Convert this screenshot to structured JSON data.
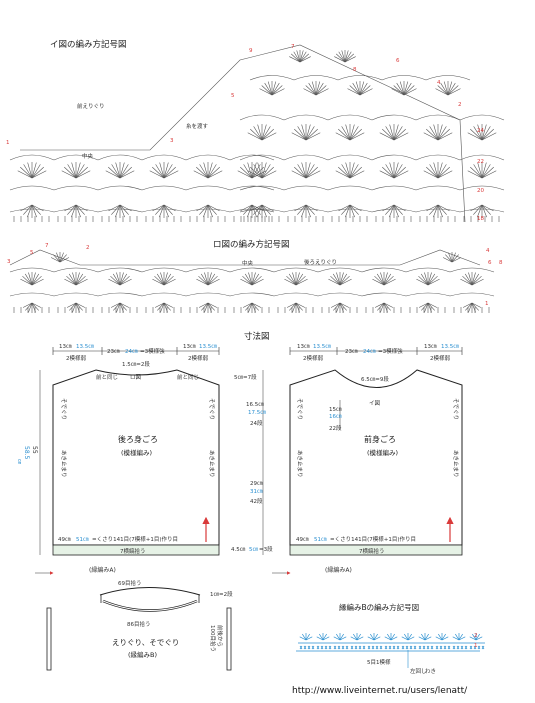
{
  "colors": {
    "line": "#2b2b2b",
    "blue": "#2a8fd0",
    "red": "#d93a3a",
    "ribbing": "#e6f2e6"
  },
  "top_chart": {
    "title": "イ図の編み方記号図",
    "labels": {
      "front_neck": "前えりぐり",
      "center": "中央",
      "skip": "糸を渡す"
    },
    "row_numbers": [
      "9",
      "7",
      "5",
      "3",
      "1",
      "2",
      "4",
      "6",
      "8",
      "24",
      "22",
      "20",
      "18"
    ]
  },
  "middle_chart": {
    "title": "ロ図の編み方記号図",
    "labels": {
      "center": "中央",
      "back_neck": "後ろえりぐり"
    },
    "row_numbers": [
      "7",
      "5",
      "3",
      "2",
      "4",
      "6",
      "8",
      "1"
    ]
  },
  "dimensions": {
    "title": "寸法図",
    "back": {
      "top_left": {
        "cm": "13㎝",
        "cm_alt": "13.5㎝",
        "pattern": "2模様弱"
      },
      "top_center": {
        "text_a": "23㎝",
        "text_b": "24㎝",
        "text_c": "=3模様強"
      },
      "top_right": {
        "cm": "13㎝",
        "cm_alt": "13.5㎝",
        "pattern": "2模様弱"
      },
      "neck_drop": "1.5㎝=2段",
      "ro_label": "ロ図",
      "shoulder_left": "前と同じ",
      "shoulder_right": "前と同じ",
      "name": "後ろ身ごろ",
      "stitch": "(模様編み)",
      "armhole_left": "そでぐり",
      "armhole_right": "そでぐり",
      "side_left": "あき止まり",
      "side_right": "あき止まり",
      "height_a": "55",
      "height_b": "58.5",
      "height_unit": "㎝",
      "right_neck": "5㎝=7段",
      "right_a": "16.5㎝",
      "right_a2": "17.5㎝",
      "right_a3": "24段",
      "right_b": "29㎝",
      "right_b2": "31㎝",
      "right_b3": "42段",
      "right_c": "4.5㎝",
      "right_c2": "5㎝",
      "right_c3": "=3段",
      "bottom_text_a": "49㎝",
      "bottom_text_b": "51㎝",
      "bottom_text_c": "=くさり141目(7模様+1目)作り目",
      "rib_text": "7横縞拾う",
      "rib_name": "(縁編みA)"
    },
    "front": {
      "top_left": {
        "cm": "13㎝",
        "cm_alt": "13.5㎝",
        "pattern": "2模様弱"
      },
      "top_center": {
        "text_a": "23㎝",
        "text_b": "24㎝",
        "text_c": "=3模様強"
      },
      "top_right": {
        "cm": "13㎝",
        "cm_alt": "13.5㎝",
        "pattern": "2模様弱"
      },
      "neck_drop": "6.5㎝=9段",
      "i_label": "イ図",
      "inner_a": "15㎝",
      "inner_a2": "16㎝",
      "inner_a3": "22段",
      "name": "前身ごろ",
      "stitch": "(模様編み)",
      "armhole_left": "そでぐり",
      "armhole_right": "そでぐり",
      "side_left": "あき止まり",
      "side_right": "あき止まり",
      "bottom_text_a": "49㎝",
      "bottom_text_b": "51㎝",
      "bottom_text_c": "=くさり141目(7模様+1目)作り目",
      "rib_text": "7横縞拾う",
      "rib_name": "(縁編みA)"
    }
  },
  "edging": {
    "top_count": "69目拾う",
    "inner_count": "86目拾う",
    "side_label": "1㎝=2段",
    "right_text_a": "前後から",
    "right_text_b": "100目拾う",
    "name": "えりぐり、そでぐり",
    "stitch": "(縁編みB)"
  },
  "edging_b_chart": {
    "title": "縁編みBの編み方記号図",
    "repeat": "5目1模様",
    "join": "左回し",
    "row_2": "2",
    "row_1": "1",
    "note": "わき"
  },
  "footer": {
    "url": "http://www.liveinternet.ru/users/lenatt/"
  }
}
